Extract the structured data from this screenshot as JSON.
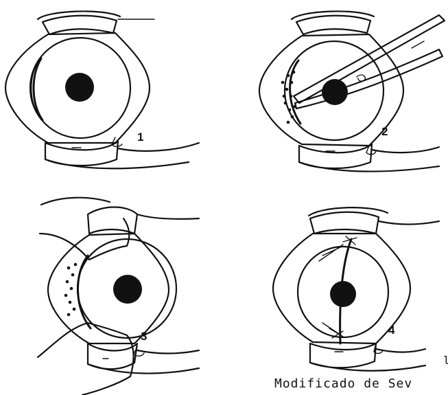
{
  "panels": [
    {
      "label": "1"
    },
    {
      "label": "2"
    },
    {
      "label": "3"
    },
    {
      "label": "4"
    }
  ],
  "caption": "Modificado de Sev",
  "edge_mark": "l",
  "colors": {
    "ink": "#111111",
    "paper": "#ffffff"
  }
}
